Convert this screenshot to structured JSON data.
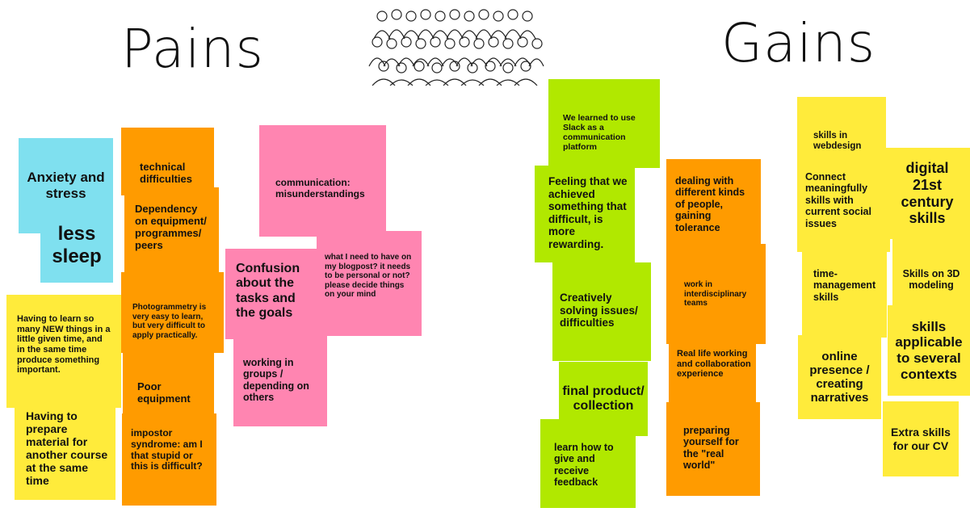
{
  "headings": {
    "pains": "Pains",
    "gains": "Gains"
  },
  "icons": {
    "group_photo": "group-of-people-sketch-icon"
  },
  "colors": {
    "orange": "#ff9b00",
    "blue": "#7fe0ef",
    "pink": "#ff85b1",
    "yellow": "#ffeb3b",
    "green": "#b1e800"
  },
  "pains": {
    "anxiety": "Anxiety and stress",
    "sleep": "less sleep",
    "learn_new": "Having to learn so many NEW things in a little given time, and in the same time produce something important.",
    "prepare_material": "Having to prepare material for another course at the same time",
    "technical": "technical difficulties",
    "dependency": "Dependency on equipment/ programmes/ peers",
    "photogrammetry": "Photogrammetry is very easy to learn, but very difficult to apply practically.",
    "poor_equipment": "Poor equipment",
    "impostor": "impostor syndrome: am I that stupid or this is difficult?",
    "communication": "communication: misunderstandings",
    "confusion": "Confusion about the tasks and the goals",
    "blogpost": "what I need to have on my blogpost? it needs to be personal or not? please decide things on your mind",
    "groups": "working in groups / depending on others"
  },
  "gains": {
    "slack": "We learned to use Slack as a communication platform",
    "achieved": "Feeling that we achieved something that difficult, is more rewarding.",
    "creative": "Creatively solving issues/ difficulties",
    "final_product": "final product/ collection",
    "feedback": "learn how to give and receive feedback",
    "dealing_people": "dealing with different kinds of people, gaining tolerance",
    "interdisciplinary": "work in interdisciplinary teams",
    "real_life": "Real life working and collaboration experience",
    "real_world": "preparing yourself for the \"real world\"",
    "webdesign": "skills in webdesign",
    "connect": "Connect meaningfully skills with current social issues",
    "digital": "digital 21st century skills",
    "time_mgmt": "time-management skills",
    "modeling": "Skills on 3D modeling",
    "online": "online presence / creating narratives",
    "applicable": "skills applicable to several contexts",
    "cv": "Extra skills for our CV"
  }
}
